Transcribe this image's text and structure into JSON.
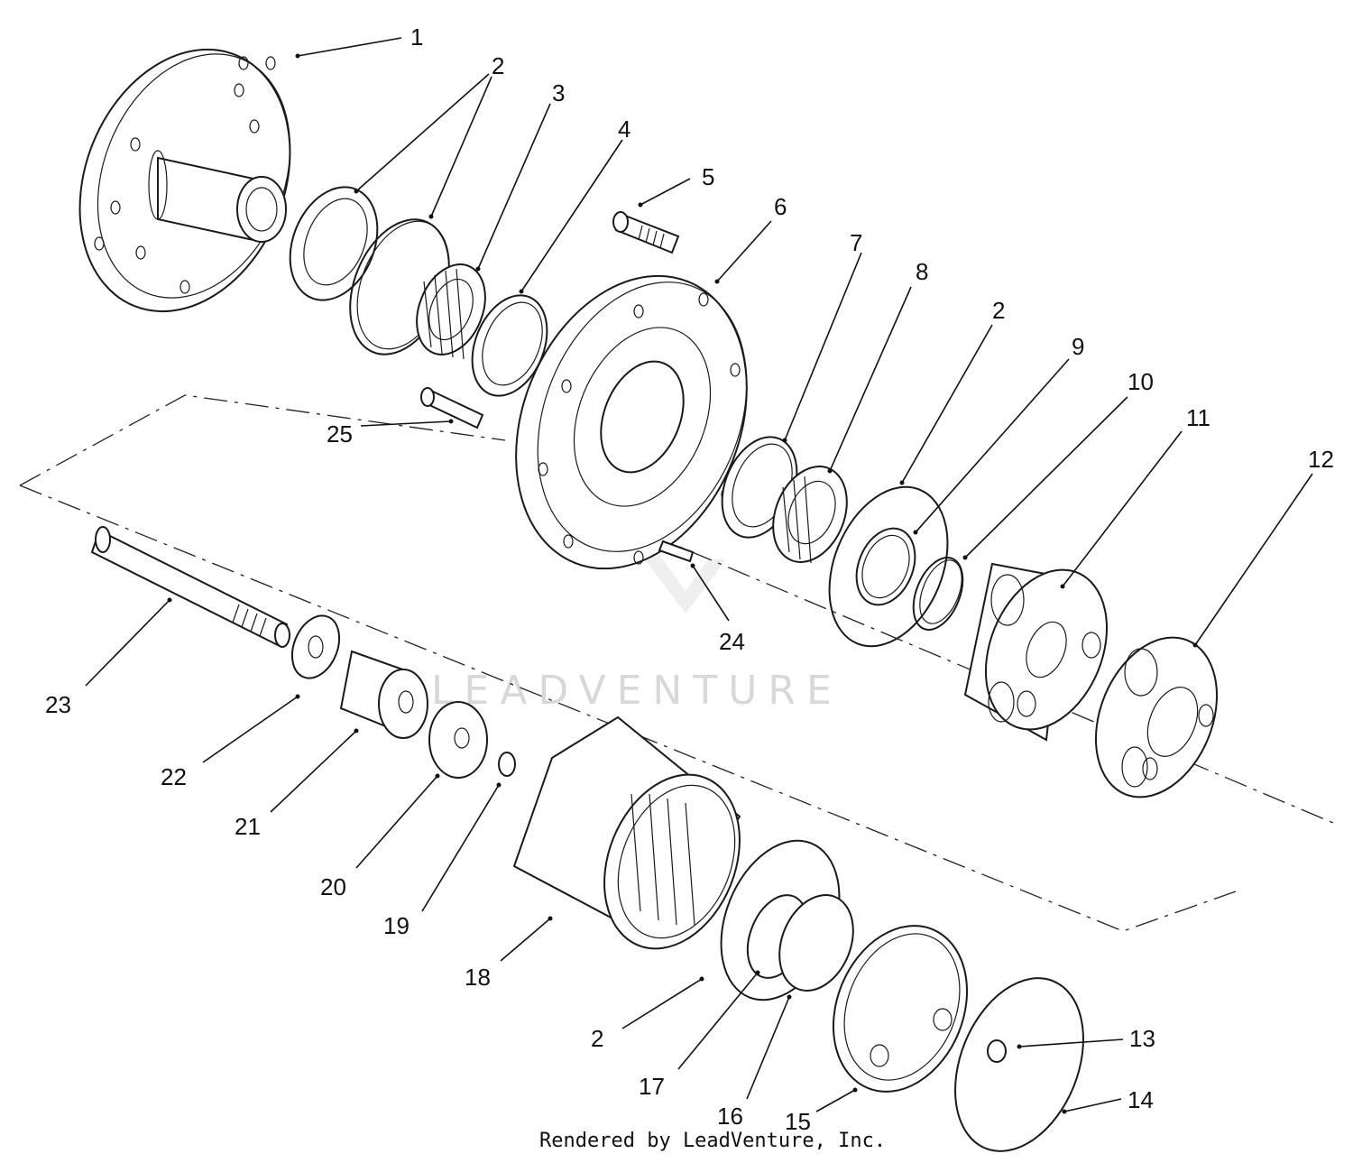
{
  "watermark": "LEADVENTURE",
  "credit": "Rendered by LeadVenture, Inc.",
  "callouts": [
    {
      "id": "c1",
      "label": "1"
    },
    {
      "id": "c2a",
      "label": "2"
    },
    {
      "id": "c3",
      "label": "3"
    },
    {
      "id": "c4",
      "label": "4"
    },
    {
      "id": "c5",
      "label": "5"
    },
    {
      "id": "c6",
      "label": "6"
    },
    {
      "id": "c7",
      "label": "7"
    },
    {
      "id": "c8",
      "label": "8"
    },
    {
      "id": "c2b",
      "label": "2"
    },
    {
      "id": "c9",
      "label": "9"
    },
    {
      "id": "c10",
      "label": "10"
    },
    {
      "id": "c11",
      "label": "11"
    },
    {
      "id": "c12",
      "label": "12"
    },
    {
      "id": "c13",
      "label": "13"
    },
    {
      "id": "c14",
      "label": "14"
    },
    {
      "id": "c15",
      "label": "15"
    },
    {
      "id": "c16",
      "label": "16"
    },
    {
      "id": "c17",
      "label": "17"
    },
    {
      "id": "c2c",
      "label": "2"
    },
    {
      "id": "c18",
      "label": "18"
    },
    {
      "id": "c19",
      "label": "19"
    },
    {
      "id": "c20",
      "label": "20"
    },
    {
      "id": "c21",
      "label": "21"
    },
    {
      "id": "c22",
      "label": "22"
    },
    {
      "id": "c23",
      "label": "23"
    },
    {
      "id": "c24",
      "label": "24"
    },
    {
      "id": "c25",
      "label": "25"
    }
  ]
}
